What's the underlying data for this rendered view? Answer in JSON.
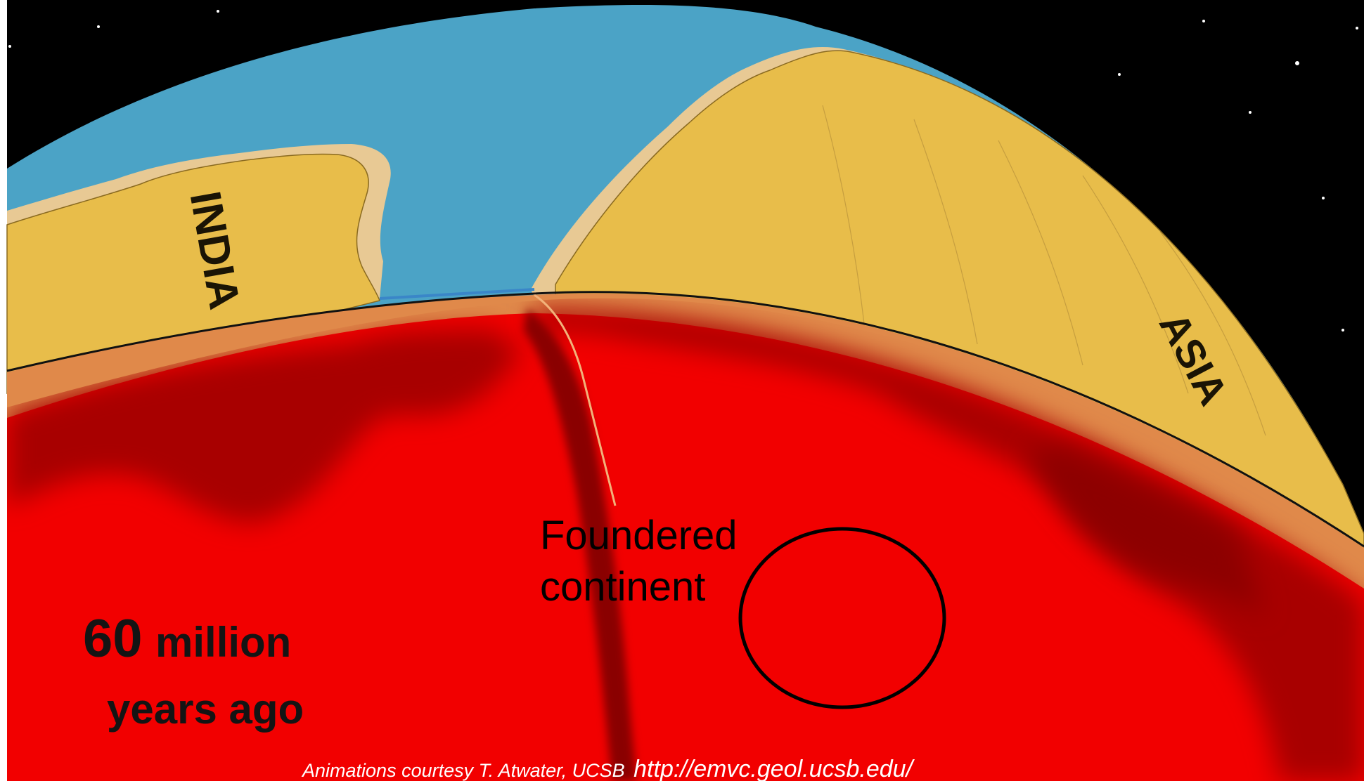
{
  "labels": {
    "india": "INDIA",
    "asia": "ASIA",
    "foundered_line1": "Foundered",
    "foundered_line2": "continent",
    "age_number": "60",
    "age_unit": "million",
    "age_line2": "years ago",
    "credit_text": "Animations courtesy T. Atwater, UCSB",
    "credit_url": "http://emvc.geol.ucsb.edu/"
  },
  "colors": {
    "space": "#000000",
    "ocean": "#4ba3c6",
    "continent": "#e8bd4a",
    "continental_shelf": "#e8c994",
    "lithosphere": "#e0894a",
    "mantle": "#f20000",
    "mantle_dark": "#a80000",
    "annotation_circle": "#000000"
  }
}
